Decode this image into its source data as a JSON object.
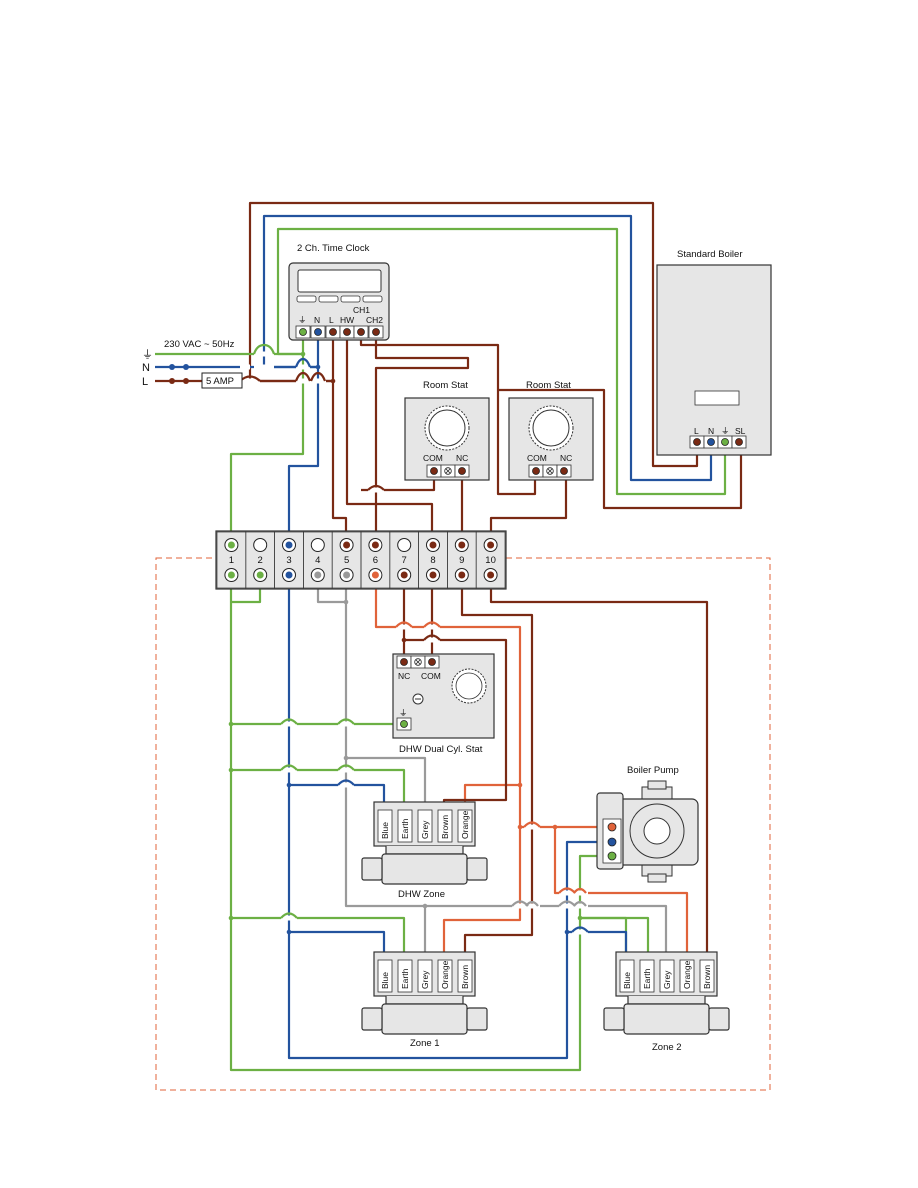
{
  "colors": {
    "brown": "#7a2a14",
    "blue": "#23539e",
    "green": "#6cb044",
    "grey": "#9a9a9a",
    "orange": "#e0633a",
    "dash": "#e0633a",
    "panel": "#e6e6e6"
  },
  "supply": {
    "label": "230 VAC ~ 50Hz",
    "earth_symbol": "⏚",
    "n_label": "N",
    "l_label": "L",
    "fuse_label": "5 AMP"
  },
  "time_clock": {
    "title": "2 Ch. Time Clock",
    "ch1_label": "CH1",
    "terminals": [
      "⏚",
      "N",
      "L",
      "HW",
      "CH2"
    ]
  },
  "boiler": {
    "title": "Standard Boiler",
    "terminals": [
      "L",
      "N",
      "⏚",
      "SL"
    ]
  },
  "room_stat_1": {
    "title": "Room Stat",
    "com": "COM",
    "nc": "NC"
  },
  "room_stat_2": {
    "title": "Room Stat",
    "com": "COM",
    "nc": "NC"
  },
  "junction_box": {
    "terminals": [
      "1",
      "2",
      "3",
      "4",
      "5",
      "6",
      "7",
      "8",
      "9",
      "10"
    ]
  },
  "cyl_stat": {
    "title": "DHW Dual Cyl. Stat",
    "nc": "NC",
    "com": "COM",
    "earth_symbol": "⏚"
  },
  "pump": {
    "title": "Boiler Pump"
  },
  "dhw_zone": {
    "title": "DHW Zone",
    "wires": [
      "Blue",
      "Earth",
      "Grey",
      "Brown",
      "Orange"
    ]
  },
  "zone1": {
    "title": "Zone 1",
    "wires": [
      "Blue",
      "Earth",
      "Grey",
      "Orange",
      "Brown"
    ]
  },
  "zone2": {
    "title": "Zone 2",
    "wires": [
      "Blue",
      "Earth",
      "Grey",
      "Orange",
      "Brown"
    ]
  }
}
